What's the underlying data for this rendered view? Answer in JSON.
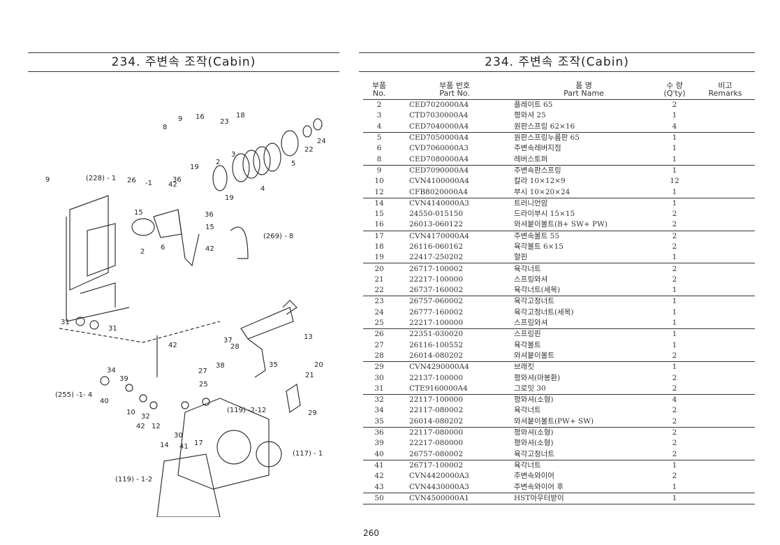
{
  "title_left": "234. 주변속 조작(Cabin)",
  "title_right": "234. 주변속 조작(Cabin)",
  "header": {
    "no": "부품\nNo.",
    "part_no": "부품   번호\nPart   No.",
    "name": "품        명\nPart       Name",
    "qty": "수   량\n(Q'ty)",
    "remarks": "비고\nRemarks"
  },
  "diagram_labels": {
    "l1": "(228) - 1",
    "l2": "(269) - 8",
    "l3": "(255) -1- 4",
    "l4": "(119) -2-12",
    "l5": "(119) - 1-2",
    "l6": "(117) - 1"
  },
  "parts": [
    {
      "no": "2",
      "part": "CED7020000A4",
      "name": "플레이트 65",
      "qty": "2",
      "grp": false
    },
    {
      "no": "3",
      "part": "CTD7030000A4",
      "name": "평와셔 25",
      "qty": "1",
      "grp": false
    },
    {
      "no": "4",
      "part": "CED7040000A4",
      "name": "원판스프링 62×16",
      "qty": "4",
      "grp": true
    },
    {
      "no": "5",
      "part": "CED7050000A4",
      "name": "원판스프링누름판 65",
      "qty": "1",
      "grp": false
    },
    {
      "no": "6",
      "part": "CVD7060000A3",
      "name": "주변속레버지점",
      "qty": "1",
      "grp": false
    },
    {
      "no": "8",
      "part": "CED7080000A4",
      "name": "레버스토퍼",
      "qty": "1",
      "grp": true
    },
    {
      "no": "9",
      "part": "CED7090000A4",
      "name": "주변속판스프링",
      "qty": "1",
      "grp": false
    },
    {
      "no": "10",
      "part": "CVN4100000A4",
      "name": "칼라 10×12×9",
      "qty": "12",
      "grp": false
    },
    {
      "no": "12",
      "part": "CFB8020000A4",
      "name": "부시 10×20×24",
      "qty": "1",
      "grp": true
    },
    {
      "no": "14",
      "part": "CVN4140000A3",
      "name": "트러니언암",
      "qty": "1",
      "grp": false
    },
    {
      "no": "15",
      "part": "24550-015150",
      "name": "드라이부시 15×15",
      "qty": "2",
      "grp": false
    },
    {
      "no": "16",
      "part": "26013-060122",
      "name": "와셔붙이볼트(B+ SW+ PW)",
      "qty": "2",
      "grp": true
    },
    {
      "no": "17",
      "part": "CVN4170000A4",
      "name": "주변속볼트 55",
      "qty": "2",
      "grp": false
    },
    {
      "no": "18",
      "part": "26116-060162",
      "name": "육각볼트 6×15",
      "qty": "2",
      "grp": false
    },
    {
      "no": "19",
      "part": "22417-250202",
      "name": "할핀",
      "qty": "1",
      "grp": true
    },
    {
      "no": "20",
      "part": "26717-100002",
      "name": "육각너트",
      "qty": "2",
      "grp": false
    },
    {
      "no": "21",
      "part": "22217-100000",
      "name": "스프링와셔",
      "qty": "2",
      "grp": false
    },
    {
      "no": "22",
      "part": "26737-160002",
      "name": "육각너트(세목)",
      "qty": "1",
      "grp": true
    },
    {
      "no": "23",
      "part": "26757-060002",
      "name": "육각고정너트",
      "qty": "1",
      "grp": false
    },
    {
      "no": "24",
      "part": "26777-160002",
      "name": "육각고정너트(세목)",
      "qty": "1",
      "grp": false
    },
    {
      "no": "25",
      "part": "22217-100000",
      "name": "스프링와셔",
      "qty": "1",
      "grp": true
    },
    {
      "no": "26",
      "part": "22351-030020",
      "name": "스프링핀",
      "qty": "1",
      "grp": false
    },
    {
      "no": "27",
      "part": "26116-100552",
      "name": "육각볼트",
      "qty": "1",
      "grp": false
    },
    {
      "no": "28",
      "part": "26014-080202",
      "name": "와셔붙이볼트",
      "qty": "2",
      "grp": true
    },
    {
      "no": "29",
      "part": "CVN4290000A4",
      "name": "브래킷",
      "qty": "1",
      "grp": false
    },
    {
      "no": "30",
      "part": "22137-100000",
      "name": "평와셔(마봉환)",
      "qty": "2",
      "grp": false
    },
    {
      "no": "31",
      "part": "CTE9160000A4",
      "name": "그로밋 30",
      "qty": "2",
      "grp": true
    },
    {
      "no": "32",
      "part": "22117-100000",
      "name": "평와셔(소형)",
      "qty": "4",
      "grp": false
    },
    {
      "no": "34",
      "part": "22117-080002",
      "name": "육각너트",
      "qty": "2",
      "grp": false
    },
    {
      "no": "35",
      "part": "26014-080202",
      "name": "와셔붙이볼트(PW+ SW)",
      "qty": "2",
      "grp": true
    },
    {
      "no": "36",
      "part": "22117-080000",
      "name": "평와셔(소형)",
      "qty": "2",
      "grp": false
    },
    {
      "no": "39",
      "part": "22217-080000",
      "name": "평와셔(소형)",
      "qty": "2",
      "grp": false
    },
    {
      "no": "40",
      "part": "26757-080002",
      "name": "육각고정너트",
      "qty": "2",
      "grp": true
    },
    {
      "no": "41",
      "part": "26717-100002",
      "name": "육각너트",
      "qty": "1",
      "grp": false
    },
    {
      "no": "42",
      "part": "CVN4420000A3",
      "name": "주변속와이어",
      "qty": "2",
      "grp": false
    },
    {
      "no": "43",
      "part": "CVN4430000A3",
      "name": "주변속와이어 후",
      "qty": "1",
      "grp": true
    },
    {
      "no": "50",
      "part": "CVN4500000A1",
      "name": "HST아우터받이",
      "qty": "1",
      "grp": false
    }
  ],
  "page_number": "260"
}
